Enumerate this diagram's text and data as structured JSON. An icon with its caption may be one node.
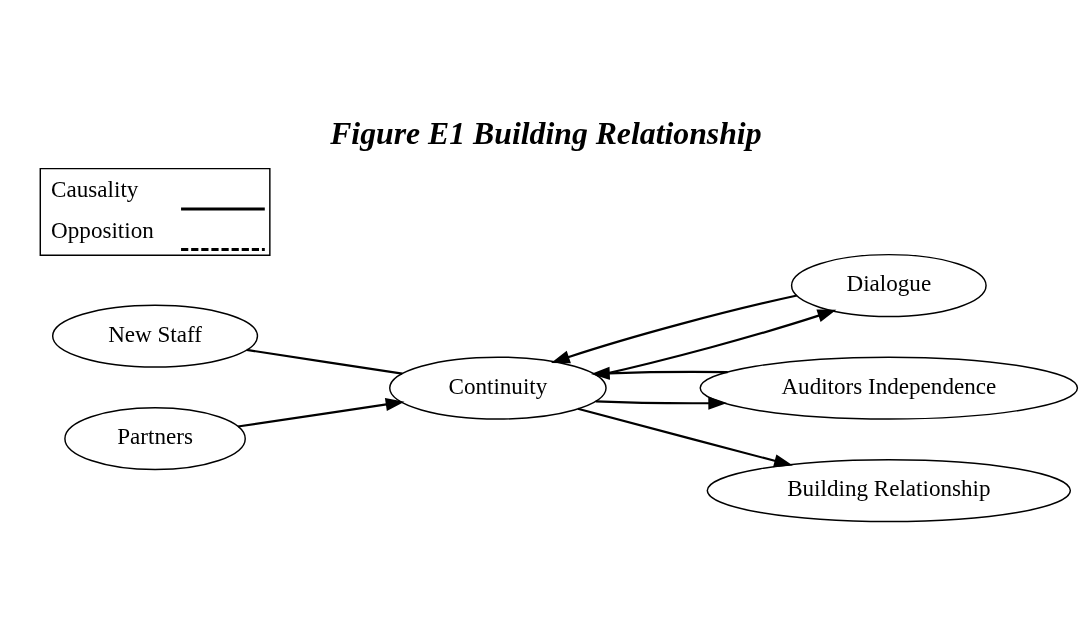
{
  "diagram": {
    "title": "Figure E1 Building Relationship",
    "nodes": [
      {
        "text": [
          "New Staff"
        ]
      },
      {
        "text": [
          "Partners"
        ]
      },
      {
        "text": [
          "Continuity"
        ]
      },
      {
        "text": [
          "Dialogue"
        ]
      },
      {
        "text": [
          "Auditors Independence"
        ]
      },
      {
        "text": [
          "Building Relationship"
        ]
      }
    ],
    "edges": [
      {
        "from": 0,
        "to": 2,
        "arrow": "none"
      },
      {
        "from": 1,
        "to": 2,
        "arrow": "to"
      },
      {
        "from": 3,
        "to": 2,
        "arrow": "to"
      },
      {
        "from": 2,
        "to": 3,
        "arrow": "to"
      },
      {
        "from": 4,
        "to": 2,
        "arrow": "to"
      },
      {
        "from": 2,
        "to": 4,
        "arrow": "to"
      },
      {
        "from": 2,
        "to": 5,
        "arrow": "to"
      }
    ],
    "legend": [
      {
        "text": "Causality"
      },
      {
        "text": "Opposition"
      }
    ]
  }
}
